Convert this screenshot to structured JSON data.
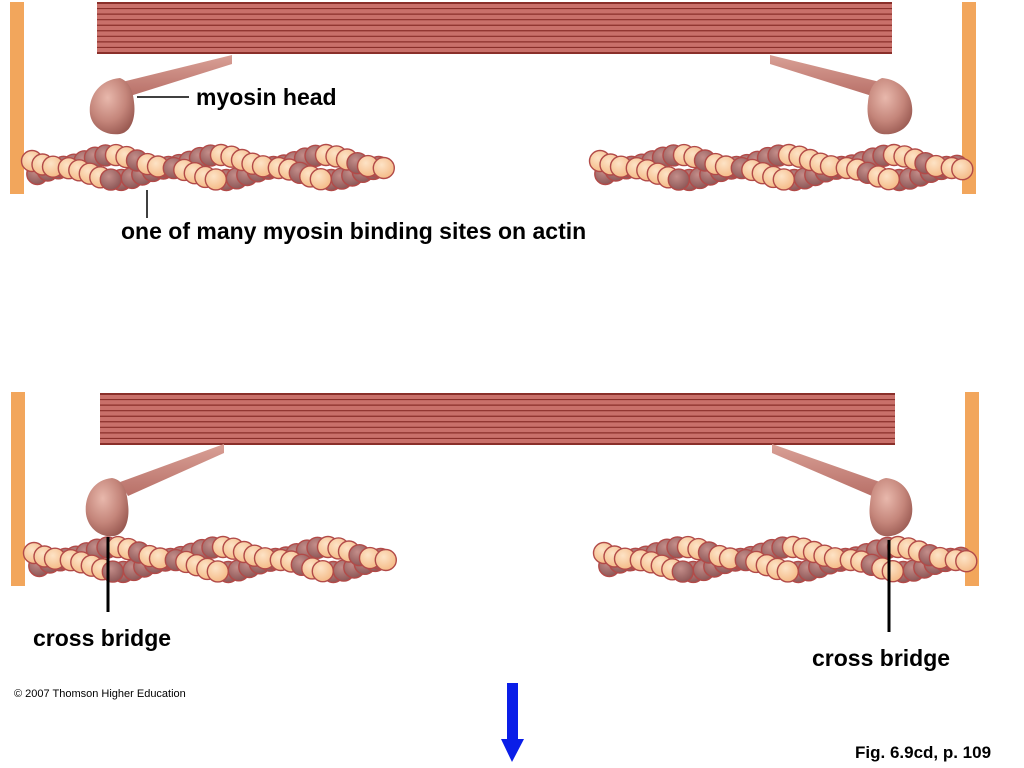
{
  "labels": {
    "myosin_head": "myosin head",
    "binding_site": "one of many myosin binding sites on actin",
    "cross_bridge_left": "cross bridge",
    "cross_bridge_right": "cross bridge",
    "copyright": "© 2007 Thomson Higher Education",
    "figure_ref": "Fig. 6.9cd, p. 109"
  },
  "colors": {
    "z_line": "#f2a65c",
    "thick_filament": "#c9706a",
    "thick_filament_stripe": "#8a2f2a",
    "myosin_head": "#c48478",
    "actin_light": "#f8c89a",
    "actin_dark": "#a36b6b",
    "actin_outline": "#b24a48",
    "arrow": "#0a1ee8"
  },
  "panels": [
    {
      "name": "top-panel-relaxed",
      "state": "relaxed"
    },
    {
      "name": "bottom-panel-cross-bridges",
      "state": "cross bridges formed"
    }
  ]
}
